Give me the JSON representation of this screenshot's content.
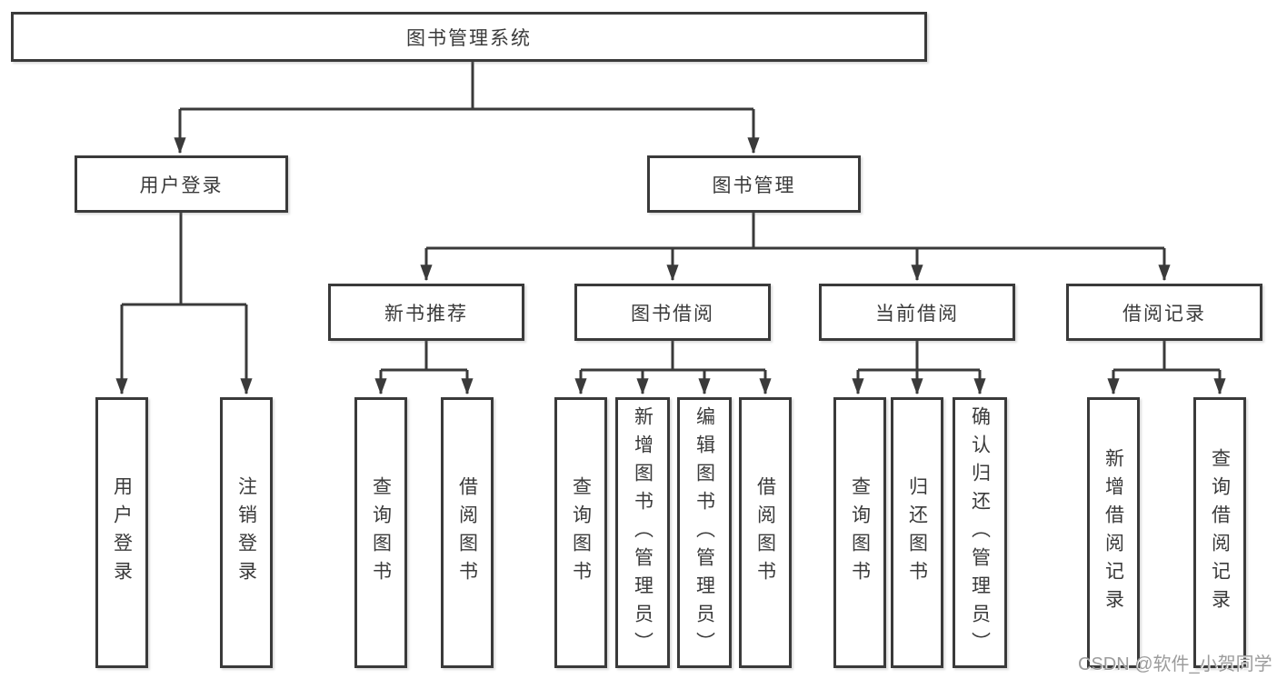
{
  "diagram": {
    "root": {
      "label": "图书管理系统"
    },
    "branches": [
      {
        "label": "用户登录",
        "children": [
          {
            "label": "用户登录"
          },
          {
            "label": "注销登录"
          }
        ]
      },
      {
        "label": "图书管理",
        "groups": [
          {
            "label": "新书推荐",
            "children": [
              {
                "label": "查询图书"
              },
              {
                "label": "借阅图书"
              }
            ]
          },
          {
            "label": "图书借阅",
            "children": [
              {
                "label": "查询图书"
              },
              {
                "label": "新增图书（管理员）"
              },
              {
                "label": "编辑图书（管理员）"
              },
              {
                "label": "借阅图书"
              }
            ]
          },
          {
            "label": "当前借阅",
            "children": [
              {
                "label": "查询图书"
              },
              {
                "label": "归还图书"
              },
              {
                "label": "确认归还（管理员）"
              }
            ]
          },
          {
            "label": "借阅记录",
            "children": [
              {
                "label": "新增借阅记录"
              },
              {
                "label": "查询借阅记录"
              }
            ]
          }
        ]
      }
    ]
  },
  "watermark": {
    "text": "CSDN @软件_小贺同学"
  },
  "colors": {
    "line": "#3a3a3a",
    "box_border": "#3a3a3a",
    "box_bg": "#ffffff",
    "text": "#3a3a3a",
    "watermark": "#9c9c9c"
  }
}
